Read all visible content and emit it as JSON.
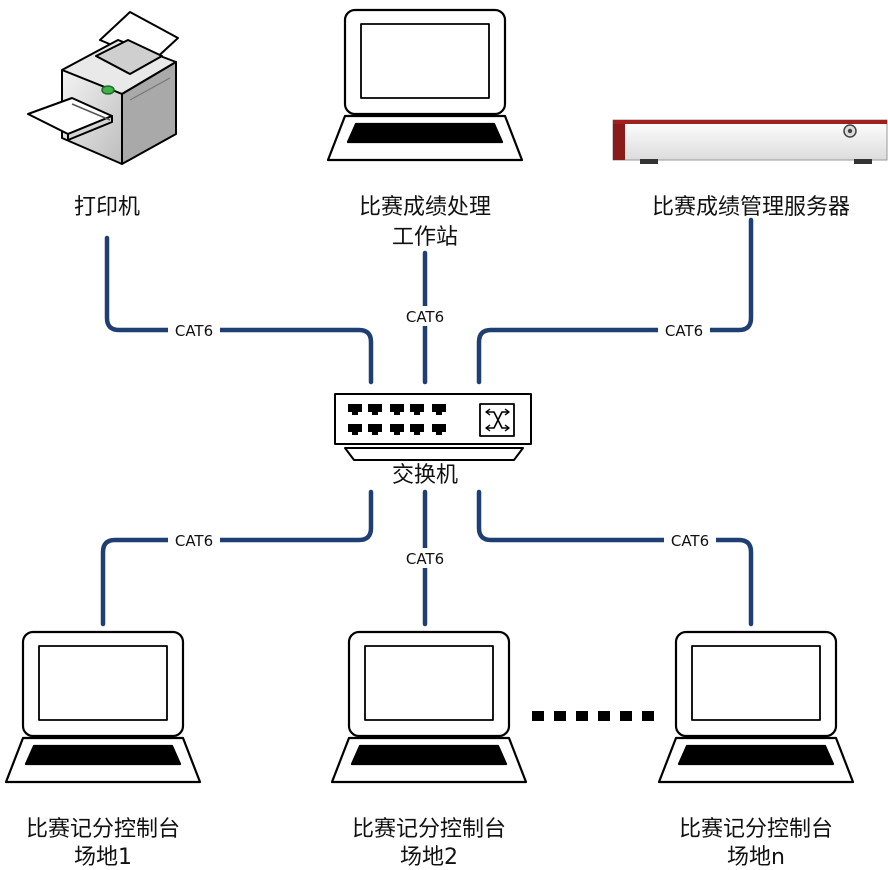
{
  "devices": {
    "printer": {
      "label": "打印机",
      "icon": "printer-icon"
    },
    "workstation": {
      "label_line1": "比赛成绩处理",
      "label_line2": "工作站",
      "icon": "laptop-icon"
    },
    "server": {
      "label": "比赛成绩管理服务器",
      "icon": "server-icon"
    },
    "switch": {
      "label": "交换机",
      "icon": "network-switch-icon"
    },
    "console1": {
      "label_line1": "比赛记分控制台",
      "label_line2": "场地1",
      "icon": "laptop-icon"
    },
    "console2": {
      "label_line1": "比赛记分控制台",
      "label_line2": "场地2",
      "icon": "laptop-icon"
    },
    "consoleN": {
      "label_line1": "比赛记分控制台",
      "label_line2": "场地n",
      "icon": "laptop-icon"
    }
  },
  "links": {
    "printer_switch": "CAT6",
    "workstation_switch": "CAT6",
    "server_switch": "CAT6",
    "switch_console1": "CAT6",
    "switch_console2": "CAT6",
    "switch_consoleN": "CAT6"
  },
  "colors": {
    "cable": "#1f3f73",
    "device_outline": "#000000",
    "server_accent": "#8b1a1a"
  }
}
